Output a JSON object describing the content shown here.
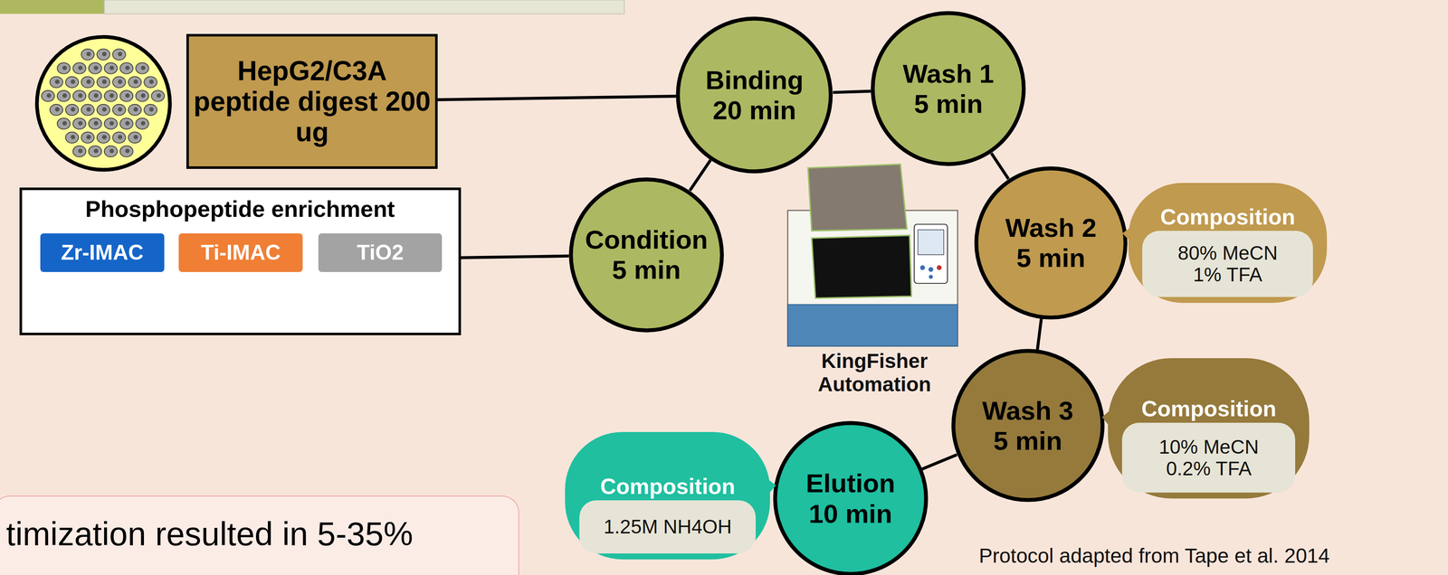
{
  "diagram": {
    "nodes": [
      {
        "text": [
          "HepG2/C3A peptide digest 200 ug"
        ]
      },
      {
        "text": [
          "Phosphopeptide enrichment"
        ]
      },
      {
        "text": [
          "Zr-IMAC"
        ],
        "in": 1
      },
      {
        "text": [
          "Ti-IMAC"
        ],
        "in": 1
      },
      {
        "text": [
          "TiO2"
        ],
        "in": 1
      },
      {
        "text": [
          "Binding",
          "20 min"
        ]
      },
      {
        "text": [
          "Wash 1",
          "5 min"
        ]
      },
      {
        "text": [
          "Condition",
          "5 min"
        ]
      },
      {
        "text": [
          "Wash 2",
          "5 min"
        ]
      },
      {
        "text": [
          "Composition",
          "80% MeCN 1% TFA"
        ]
      },
      {
        "text": [
          "Wash 3",
          "5 min"
        ]
      },
      {
        "text": [
          "Composition",
          "10% MeCN 0.2% TFA"
        ]
      },
      {
        "text": [
          "Elution",
          "10 min"
        ]
      },
      {
        "text": [
          "Composition",
          "1.25M NH4OH"
        ]
      },
      {
        "text": [
          "timization resulted in 5-35%"
        ]
      }
    ],
    "edges": [
      {
        "from": 0,
        "to": 5,
        "arrow": "none"
      },
      {
        "from": 1,
        "to": 7,
        "arrow": "none"
      },
      {
        "from": 7,
        "to": 5,
        "arrow": "none"
      },
      {
        "from": 5,
        "to": 6,
        "arrow": "none"
      },
      {
        "from": 6,
        "to": 8,
        "arrow": "none"
      },
      {
        "from": 8,
        "to": 10,
        "arrow": "none"
      },
      {
        "from": 10,
        "to": 12,
        "arrow": "none"
      }
    ],
    "labels": [
      "KingFisher Automation",
      "Protocol adapted from Tape et al. 2014"
    ]
  }
}
